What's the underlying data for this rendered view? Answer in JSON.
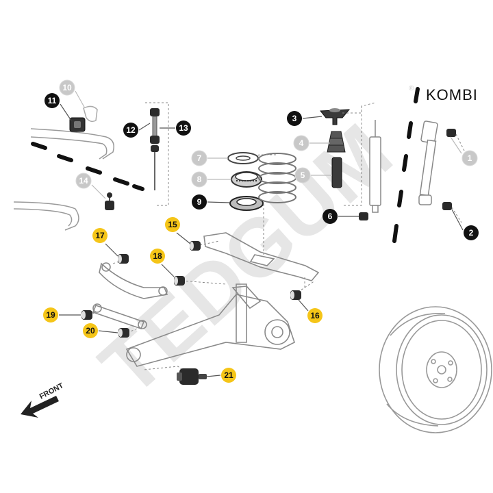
{
  "variant_label": "KOMBI",
  "watermark_text": "TEDGUM",
  "watermark_mark": "®",
  "front_label": "FRONT",
  "colors": {
    "black_badge": "#111111",
    "grey_badge": "#c8c8c8",
    "yellow_badge": "#f5c518",
    "line": "#8a8a8a",
    "part_dark": "#2b2b2b"
  },
  "callouts": [
    {
      "number": "1",
      "style": "grey"
    },
    {
      "number": "2",
      "style": "black"
    },
    {
      "number": "3",
      "style": "black"
    },
    {
      "number": "4",
      "style": "grey"
    },
    {
      "number": "5",
      "style": "grey"
    },
    {
      "number": "6",
      "style": "black"
    },
    {
      "number": "7",
      "style": "grey"
    },
    {
      "number": "8",
      "style": "grey"
    },
    {
      "number": "9",
      "style": "black"
    },
    {
      "number": "10",
      "style": "grey"
    },
    {
      "number": "11",
      "style": "black"
    },
    {
      "number": "12",
      "style": "black"
    },
    {
      "number": "13",
      "style": "black"
    },
    {
      "number": "14",
      "style": "grey"
    },
    {
      "number": "15",
      "style": "yellow"
    },
    {
      "number": "16",
      "style": "yellow"
    },
    {
      "number": "17",
      "style": "yellow"
    },
    {
      "number": "18",
      "style": "yellow"
    },
    {
      "number": "19",
      "style": "yellow"
    },
    {
      "number": "20",
      "style": "yellow"
    },
    {
      "number": "21",
      "style": "yellow"
    }
  ]
}
